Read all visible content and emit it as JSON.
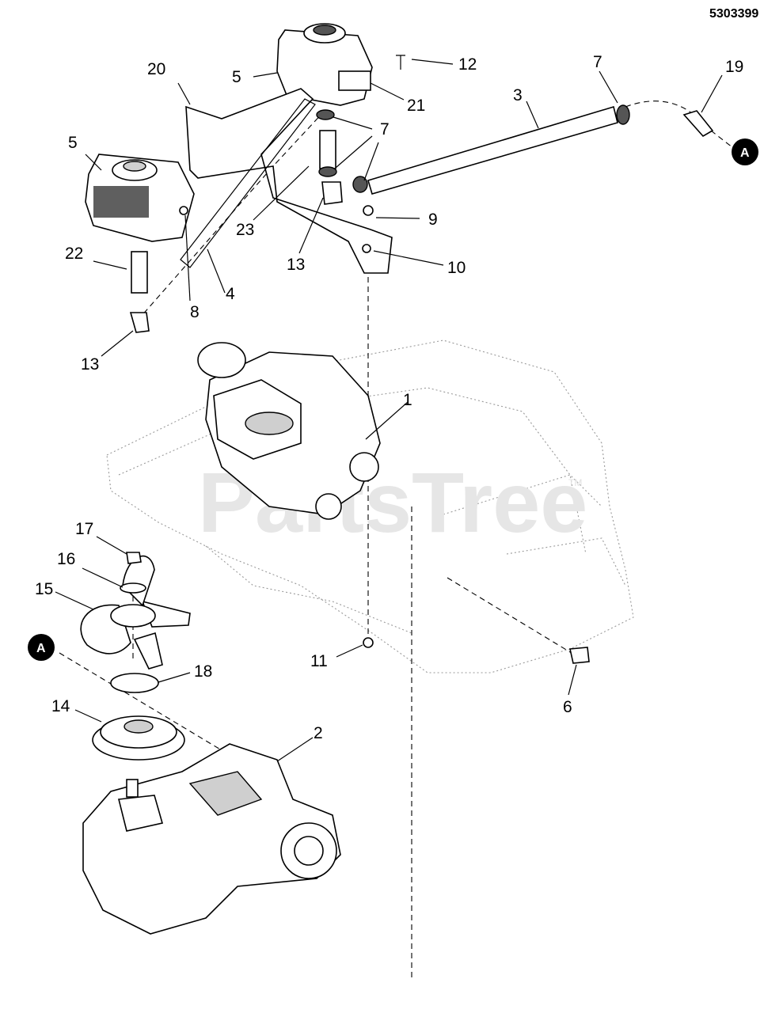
{
  "document_number": "5303399",
  "watermark": "PartsTree",
  "watermark_mark": "TM",
  "ref_marker": "A",
  "callouts": [
    "1",
    "2",
    "3",
    "4",
    "5",
    "6",
    "7",
    "8",
    "9",
    "10",
    "11",
    "12",
    "13",
    "14",
    "15",
    "16",
    "17",
    "18",
    "19",
    "20",
    "21",
    "22",
    "23"
  ],
  "labels": {
    "c5a": "5",
    "c5b": "5",
    "c7a": "7",
    "c7b": "7",
    "c13a": "13",
    "c13b": "13"
  }
}
